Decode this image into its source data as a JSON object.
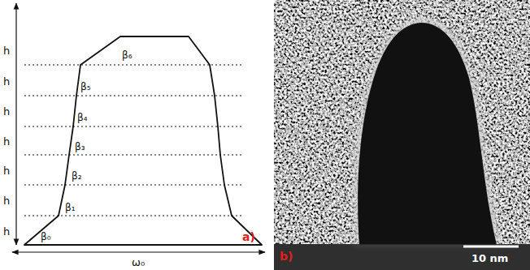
{
  "diagram": {
    "labels": [
      "h",
      "h",
      "h",
      "h",
      "h",
      "h",
      "h",
      "β₀",
      "β₁",
      "β₂",
      "β₃",
      "β₄",
      "β₅",
      "β₆",
      "ω₀",
      "a)",
      "b)",
      "10 nm"
    ]
  }
}
